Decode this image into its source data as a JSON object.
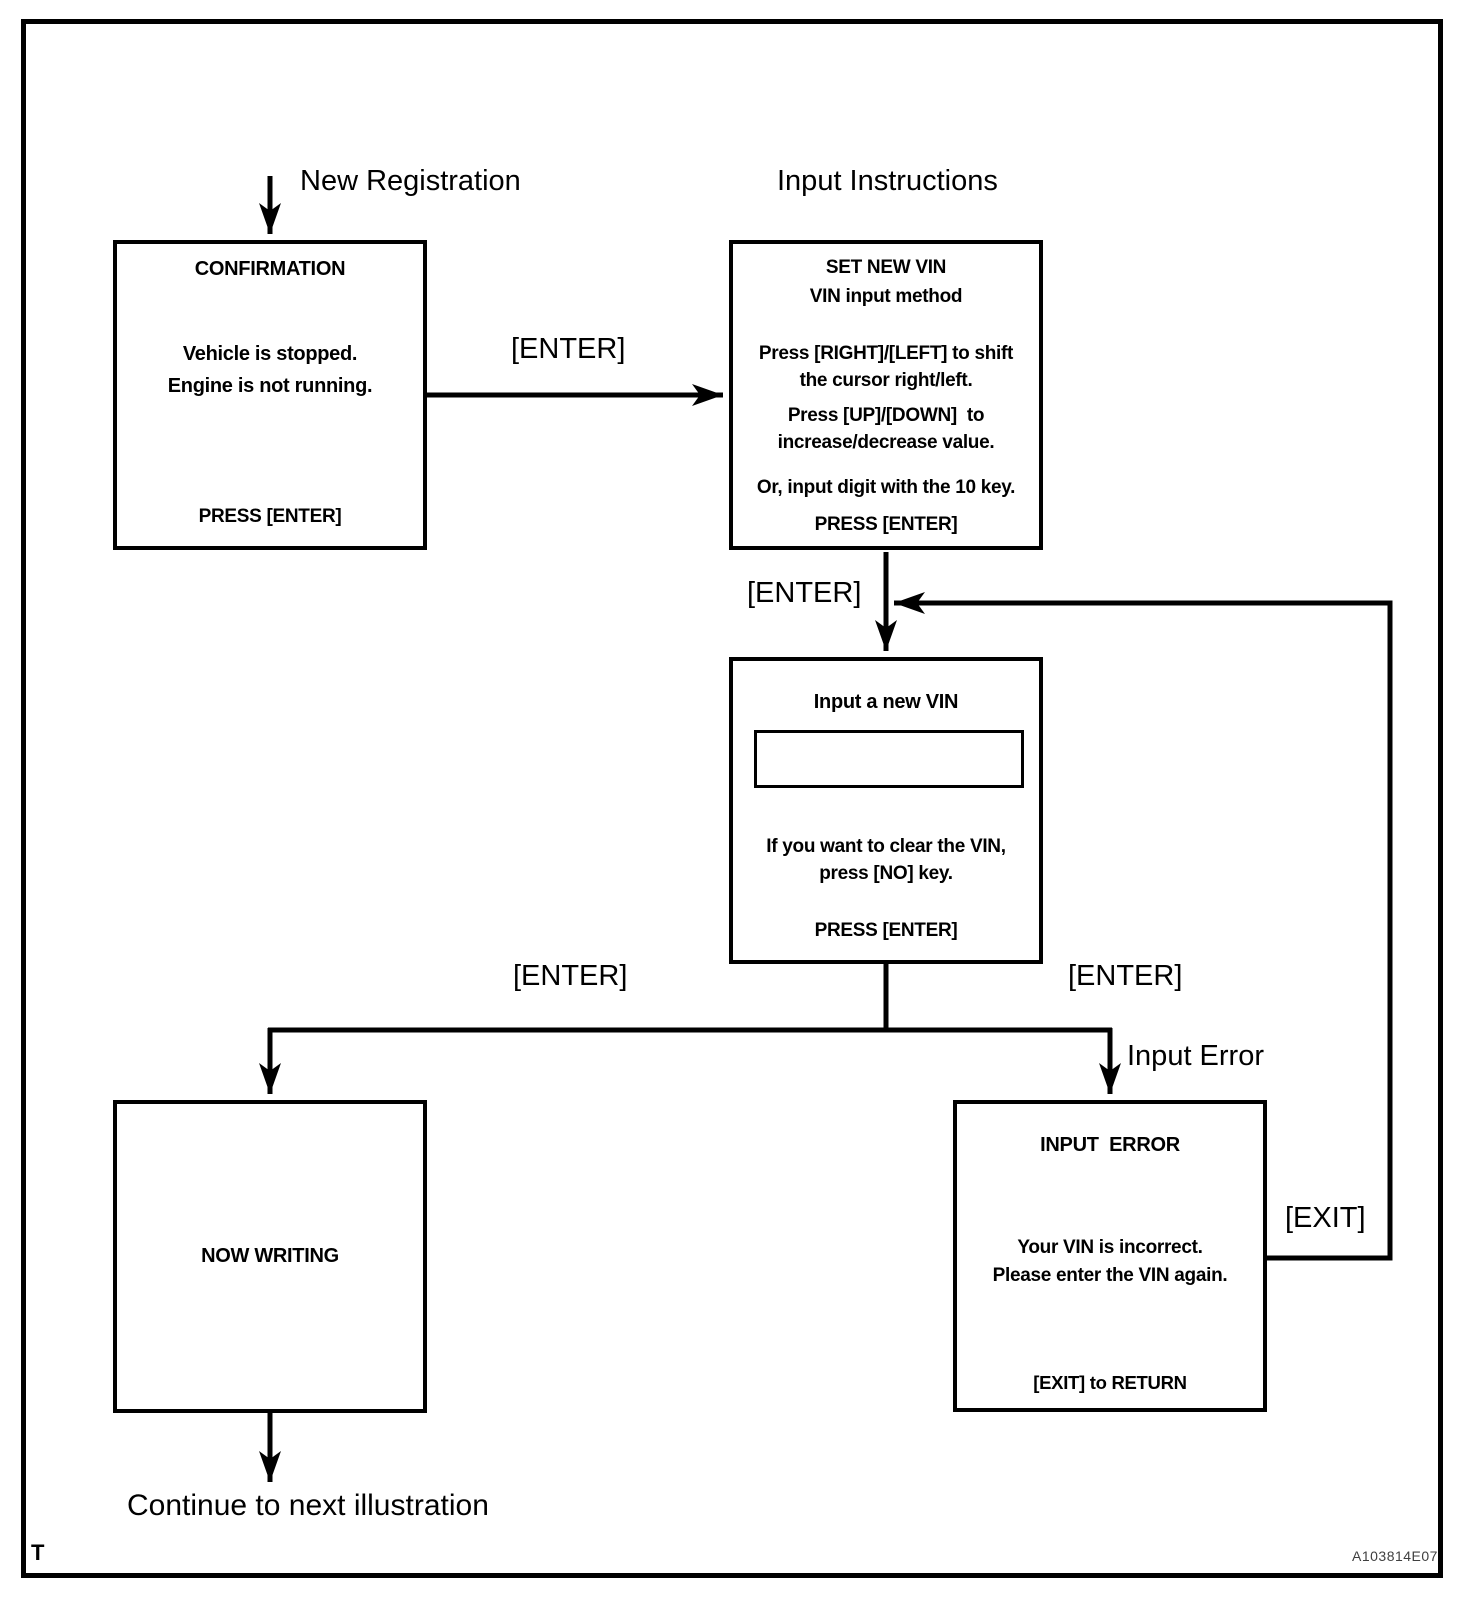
{
  "labels": {
    "new_registration": "New Registration",
    "input_instructions": "Input Instructions",
    "enter_top": "[ENTER]",
    "enter_mid": "[ENTER]",
    "enter_left": "[ENTER]",
    "enter_right": "[ENTER]",
    "input_error": "Input Error",
    "exit": "[EXIT]",
    "continue_note": "Continue to next illustration",
    "page_marker": "T",
    "figure_id": "A103814E07"
  },
  "boxes": {
    "confirmation": {
      "title": "CONFIRMATION",
      "body_line1": "Vehicle is stopped.",
      "body_line2": "Engine is not running.",
      "footer": "PRESS [ENTER]"
    },
    "set_new_vin": {
      "title_line1": "SET NEW VIN",
      "title_line2": "VIN input method",
      "instr1_line1": "Press [RIGHT]/[LEFT] to shift",
      "instr1_line2": "the cursor right/left.",
      "instr2_line1": "Press [UP]/[DOWN]  to",
      "instr2_line2": "increase/decrease value.",
      "instr3": "Or, input digit with the 10 key.",
      "footer": "PRESS [ENTER]"
    },
    "input_new_vin": {
      "title": "Input a new VIN",
      "field_value": "",
      "body_line1": "If you want to clear the VIN,",
      "body_line2": "press [NO] key.",
      "footer": "PRESS [ENTER]"
    },
    "now_writing": {
      "title": "NOW WRITING"
    },
    "input_error": {
      "title": "INPUT  ERROR",
      "body_line1": "Your VIN is incorrect.",
      "body_line2": "Please enter the VIN again.",
      "footer": "[EXIT] to RETURN"
    }
  }
}
